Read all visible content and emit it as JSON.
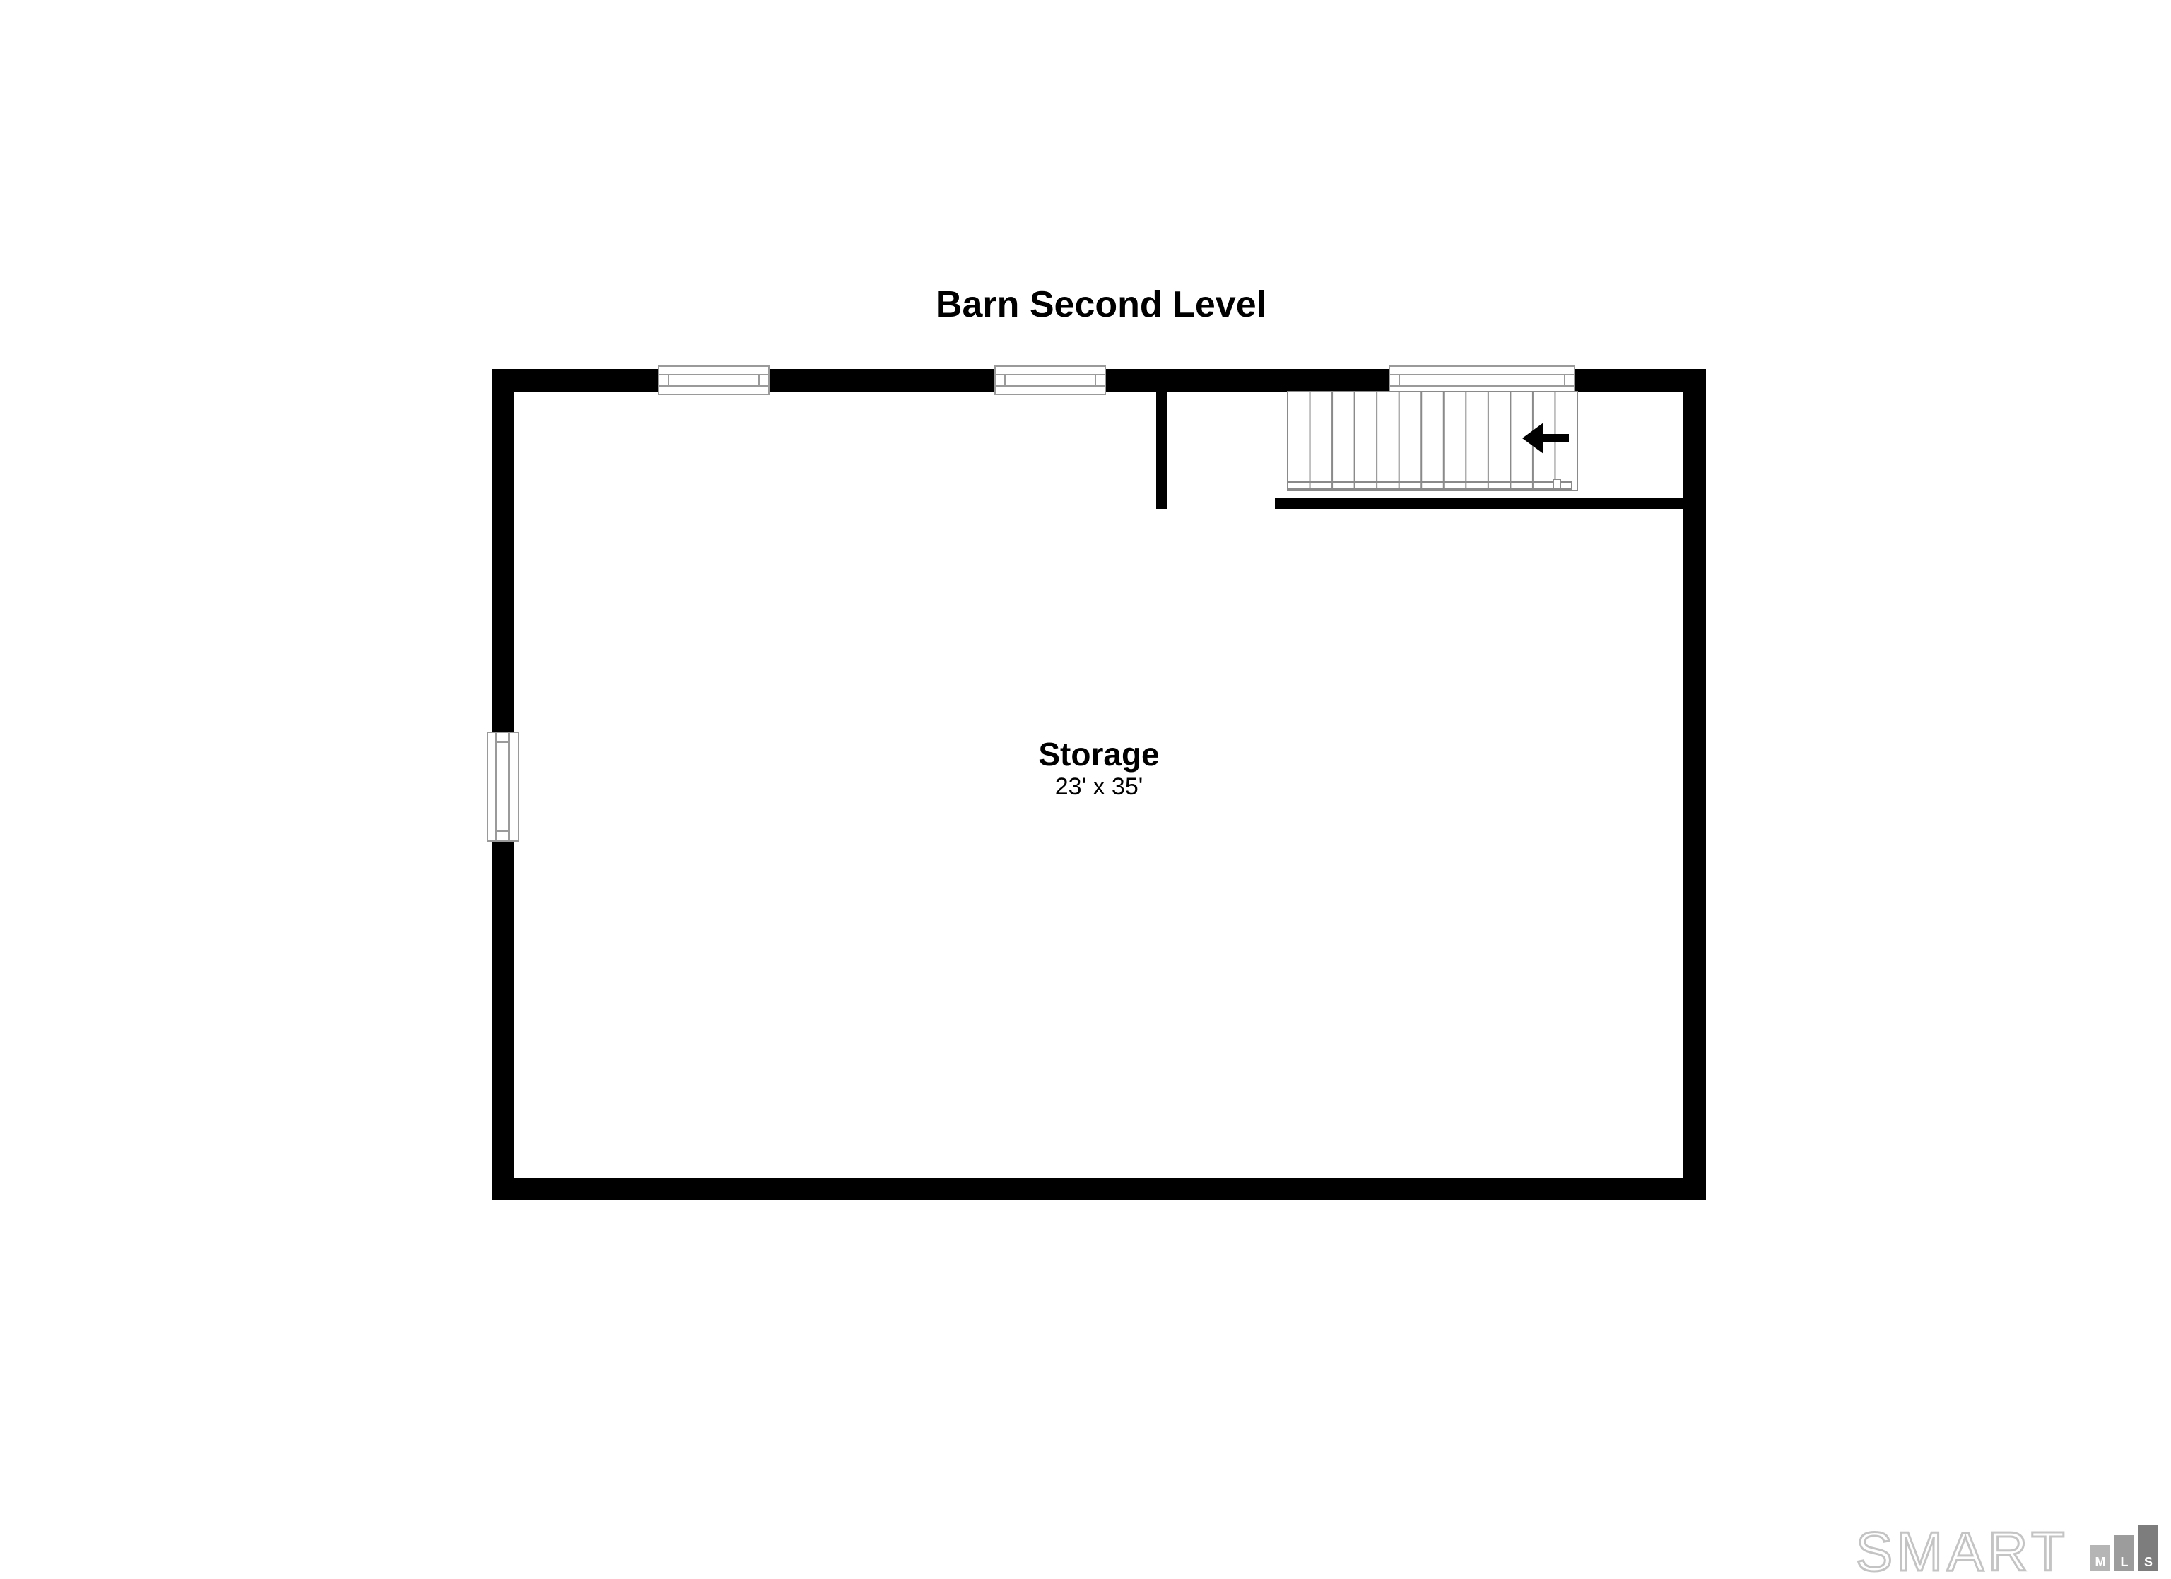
{
  "plan": {
    "title": "Barn Second Level",
    "rooms": [
      {
        "name": "Storage",
        "dimensions": "23' x 35'"
      }
    ]
  },
  "logo": {
    "word": "SMART",
    "letters": [
      "M",
      "L",
      "S"
    ]
  },
  "colors": {
    "wall": "#000000",
    "window": "#9a9a9a",
    "logo": "#c4c4c4"
  },
  "icons": {
    "stair_arrow": "arrow-left-icon"
  }
}
